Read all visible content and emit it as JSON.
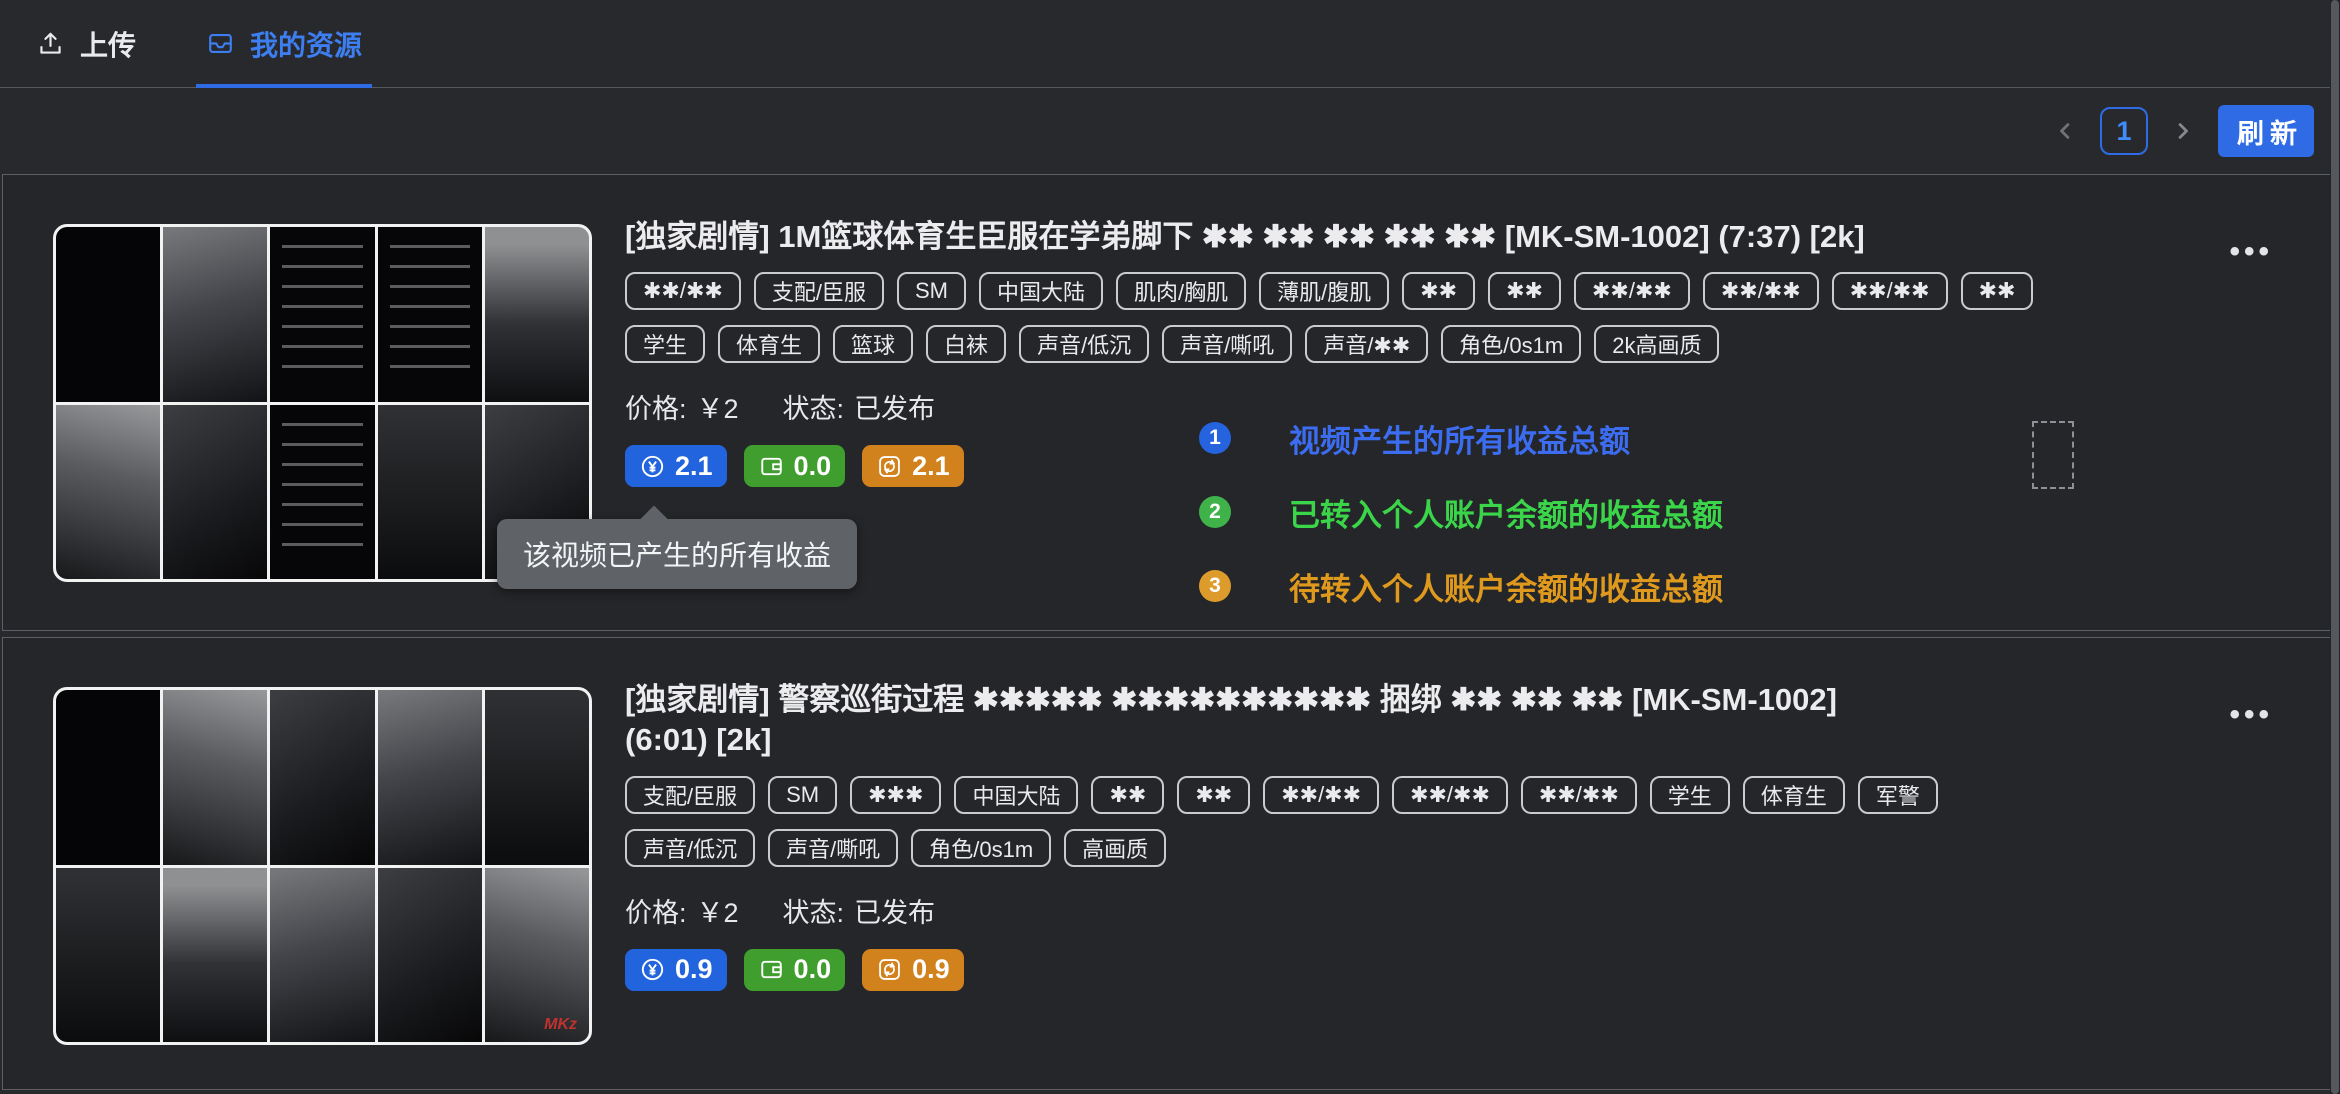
{
  "topbar": {
    "upload_label": "上传",
    "resources_label": "我的资源"
  },
  "toolbar": {
    "page_number": "1",
    "refresh_label": "刷新"
  },
  "icons": {
    "upload": "tray-arrow-up",
    "resources": "inbox",
    "prev": "chevron-left",
    "next": "chevron-right",
    "more": "•••",
    "revenue_total": "yen-circle",
    "revenue_in_account": "wallet",
    "revenue_pending": "sync"
  },
  "tooltip": {
    "text": "该视频已产生的所有收益"
  },
  "annotations": [
    {
      "num": "1",
      "text": "视频产生的所有收益总额"
    },
    {
      "num": "2",
      "text": "已转入个人账户余额的收益总额"
    },
    {
      "num": "3",
      "text": "待转入个人账户余额的收益总额"
    }
  ],
  "items": [
    {
      "title": "[独家剧情] 1M篮球体育生臣服在学弟脚下 ✱✱ ✱✱ ✱✱ ✱✱ ✱✱ [MK-SM-1002] (7:37) [2k]",
      "tags_row1": [
        "✱✱/✱✱",
        "支配/臣服",
        "SM",
        "中国大陆",
        "肌肉/胸肌",
        "薄肌/腹肌",
        "✱✱",
        "✱✱",
        "✱✱/✱✱",
        "✱✱/✱✱",
        "✱✱/✱✱",
        "✱✱"
      ],
      "tags_row2": [
        "学生",
        "体育生",
        "篮球",
        "白袜",
        "声音/低沉",
        "声音/嘶吼",
        "声音/✱✱",
        "角色/0s1m",
        "2k高画质"
      ],
      "price_label": "价格:",
      "price_value": "￥2",
      "status_label": "状态:",
      "status_value": "已发布",
      "badges": {
        "total": "2.1",
        "in_account": "0.0",
        "pending": "2.1"
      },
      "watermark": "MKz"
    },
    {
      "title": "[独家剧情] 警察巡街过程 ✱✱✱✱✱ ✱✱✱✱✱✱✱✱✱✱ 捆绑 ✱✱ ✱✱ ✱✱ [MK-SM-1002]\n(6:01) [2k]",
      "tags_row1": [
        "支配/臣服",
        "SM",
        "✱✱✱",
        "中国大陆",
        "✱✱",
        "✱✱",
        "✱✱/✱✱",
        "✱✱/✱✱",
        "✱✱/✱✱",
        "学生",
        "体育生",
        "军警"
      ],
      "tags_row2": [
        "声音/低沉",
        "声音/嘶吼",
        "角色/0s1m",
        "高画质"
      ],
      "price_label": "价格:",
      "price_value": "￥2",
      "status_label": "状态:",
      "status_value": "已发布",
      "badges": {
        "total": "0.9",
        "in_account": "0.0",
        "pending": "0.9"
      },
      "watermark": "MKz"
    }
  ],
  "colors": {
    "accent_blue": "#2f6be4",
    "tab_blue": "#3d7ef0",
    "badge_blue": "#2264dd",
    "badge_green": "#3f9e2d",
    "badge_orange": "#d2821d",
    "annotation_blue_text": "#3c6cf0",
    "annotation_green_text": "#3bd54a",
    "annotation_orange_text": "#df9a1e",
    "tooltip_bg": "#5f6368",
    "card_bg": "#252629",
    "page_bg": "#28292d"
  }
}
